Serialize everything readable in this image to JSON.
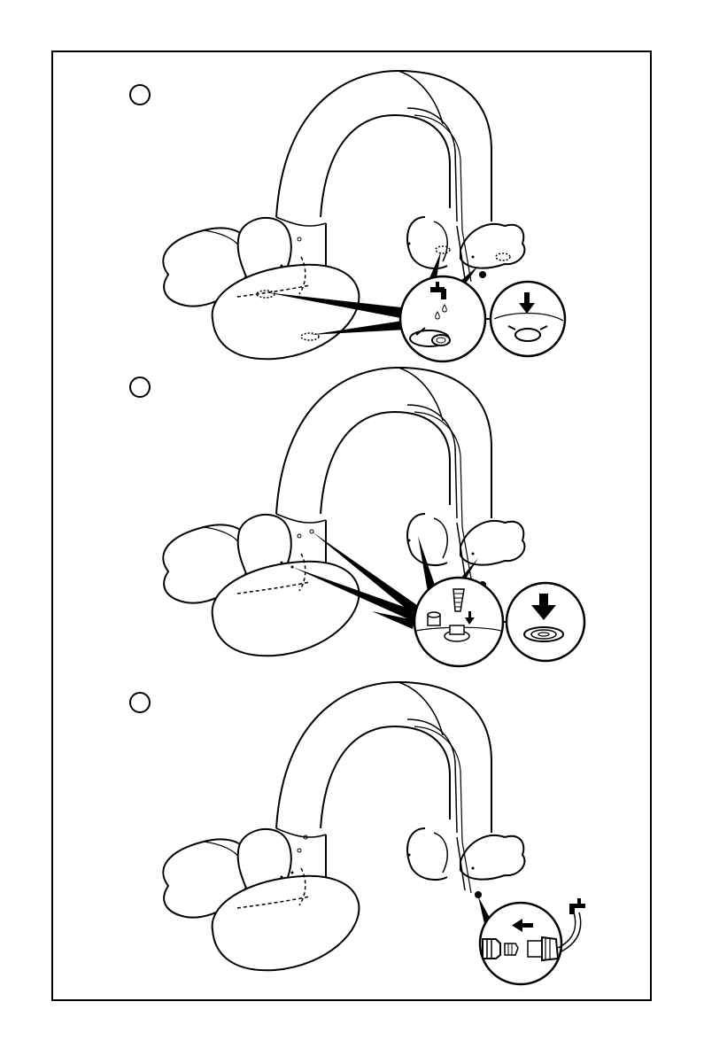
{
  "document": {
    "kind": "wordless assembly instruction page",
    "steps": [
      {
        "id": "step-1",
        "marker": ""
      },
      {
        "id": "step-2",
        "marker": ""
      },
      {
        "id": "step-3",
        "marker": ""
      }
    ]
  },
  "colors": {
    "ink": "#000000",
    "paper": "#ffffff"
  },
  "icons": [
    "water-tap-icon",
    "water-drop-icon",
    "arrow-down-icon",
    "arrow-left-icon",
    "valve-cap-icon",
    "hose-connector-icon"
  ]
}
